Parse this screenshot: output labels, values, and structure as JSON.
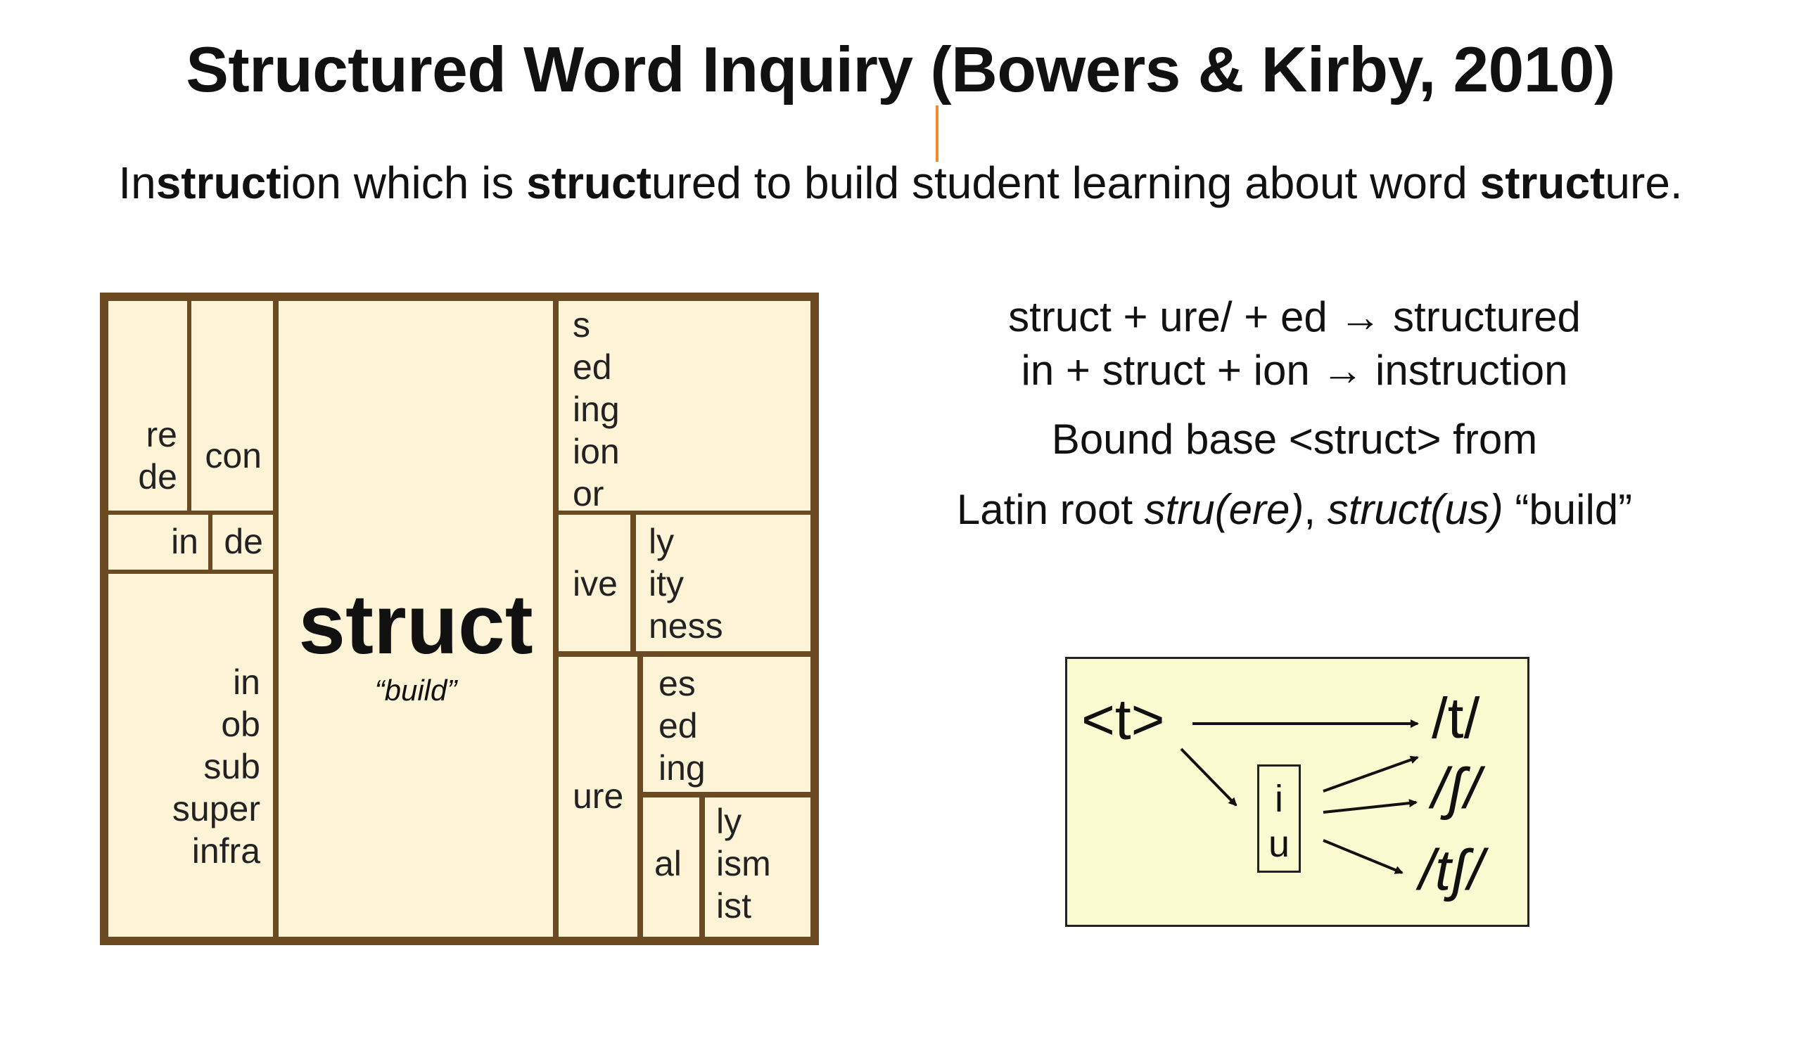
{
  "title": "Structured Word Inquiry (Bowers & Kirby, 2010)",
  "subtitle": [
    {
      "text": "In",
      "bold": false
    },
    {
      "text": "struct",
      "bold": true
    },
    {
      "text": "ion which is ",
      "bold": false
    },
    {
      "text": "struct",
      "bold": true
    },
    {
      "text": "ured to build student learning about word ",
      "bold": false
    },
    {
      "text": "struct",
      "bold": true
    },
    {
      "text": "ure.",
      "bold": false
    }
  ],
  "matrix": {
    "base": "struct",
    "base_gloss": "“build”",
    "prefixes_a": [
      "re",
      "de"
    ],
    "prefixes_b": [
      "con"
    ],
    "prefixes_c": [
      "in"
    ],
    "prefixes_d": [
      "de"
    ],
    "prefixes_e": [
      "in",
      "ob",
      "sub",
      "super",
      "infra"
    ],
    "suffixes_a": [
      "s",
      "ed",
      "ing",
      "ion",
      "or"
    ],
    "suffixes_ive": [
      "ive"
    ],
    "suffixes_ive_next": [
      "ly",
      "ity",
      "ness"
    ],
    "suffixes_ure": [
      "ure"
    ],
    "suffixes_ure_next": [
      "es",
      "ed",
      "ing"
    ],
    "suffixes_al": [
      "al"
    ],
    "suffixes_al_next": [
      "ly",
      "ism",
      "ist"
    ]
  },
  "word_sums": {
    "sum1": "struct + ure/ + ed → structured",
    "sum2": "in + struct + ion → instruction",
    "base_line": "Bound base <struct> from",
    "root_line": [
      {
        "text": "Latin root ",
        "italic": false
      },
      {
        "text": "stru(ere)",
        "italic": true
      },
      {
        "text": ", ",
        "italic": false
      },
      {
        "text": "struct(us)",
        "italic": true
      },
      {
        "text": " “build”",
        "italic": false
      }
    ]
  },
  "grapheme_diagram": {
    "grapheme": "<t>",
    "vowels": [
      "i",
      "u"
    ],
    "phonemes": [
      "/t/",
      "/ʃ/",
      "/tʃ/"
    ]
  }
}
